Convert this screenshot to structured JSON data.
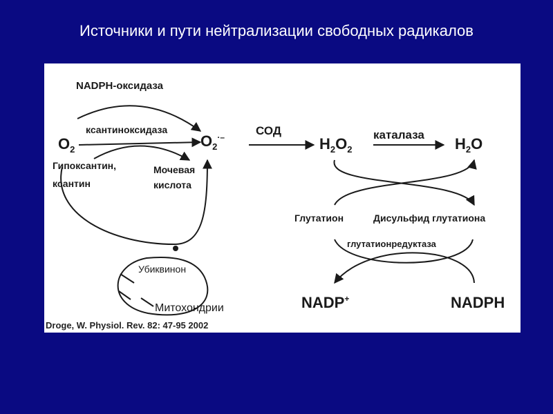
{
  "title": "Источники и пути нейтрализации свободных радикалов",
  "diagram": {
    "nadph_oxidase": "NADPH-оксидаза",
    "xanthine_oxidase": "ксантиноксидаза",
    "o2": "O",
    "o2_sub": "2",
    "superoxide": "O",
    "superoxide_sub": "2",
    "superoxide_sup": "·–",
    "sod": "СОД",
    "h2o2_h": "H",
    "h2o2_sub1": "2",
    "h2o2_o": "O",
    "h2o2_sub2": "2",
    "catalase": "каталаза",
    "h2o_h": "H",
    "h2o_sub": "2",
    "h2o_o": "O",
    "hypoxanthine_line1": "Гипоксантин,",
    "hypoxanthine_line2": "ксантин",
    "uric_acid_line1": "Мочевая",
    "uric_acid_line2": "кислота",
    "glutathione": "Глутатион",
    "glutathione_disulfide": "Дисульфид глутатиона",
    "glutathione_reductase": "глутатионредуктаза",
    "nadp": "NADP",
    "nadp_sup": "+",
    "nadph": "NADPH",
    "ubiquinone": "Убиквинон",
    "mitochondria": "Митохондрии",
    "citation": "Droge, W. Physiol. Rev. 82: 47-95 2002"
  }
}
